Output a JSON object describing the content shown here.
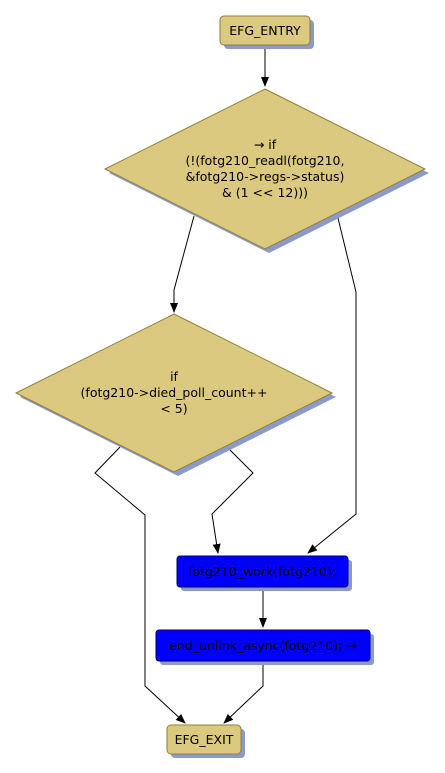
{
  "colors": {
    "background": "#ffffff",
    "terminal_fill": "#dbc97f",
    "terminal_border": "#8f7e3a",
    "decision_fill": "#dbc97f",
    "decision_border": "#8f7e3a",
    "action_fill": "#0000ff",
    "action_border": "#000066",
    "shadow": "#8b9ac8",
    "edge": "#000000"
  },
  "nodes": {
    "entry": {
      "label": "EFG_ENTRY",
      "kind": "terminal"
    },
    "decision_status": {
      "kind": "decision",
      "lines": [
        "→ if",
        "(!(fotg210_readl(fotg210,",
        "&fotg210->regs->status)",
        "& (1 << 12)))"
      ]
    },
    "decision_poll": {
      "kind": "decision",
      "lines": [
        "if",
        "(fotg210->died_poll_count++",
        "< 5)"
      ]
    },
    "work": {
      "label": "fotg210_work(fotg210);",
      "kind": "action"
    },
    "unlink": {
      "label": "end_unlink_async(fotg210); →",
      "kind": "action"
    },
    "exit": {
      "label": "EFG_EXIT",
      "kind": "terminal"
    }
  },
  "edges": [
    {
      "from": "entry",
      "to": "decision_status"
    },
    {
      "from": "decision_status",
      "to": "decision_poll"
    },
    {
      "from": "decision_status",
      "to": "work"
    },
    {
      "from": "decision_poll",
      "to": "exit"
    },
    {
      "from": "decision_poll",
      "to": "work"
    },
    {
      "from": "work",
      "to": "unlink"
    },
    {
      "from": "unlink",
      "to": "exit"
    }
  ]
}
